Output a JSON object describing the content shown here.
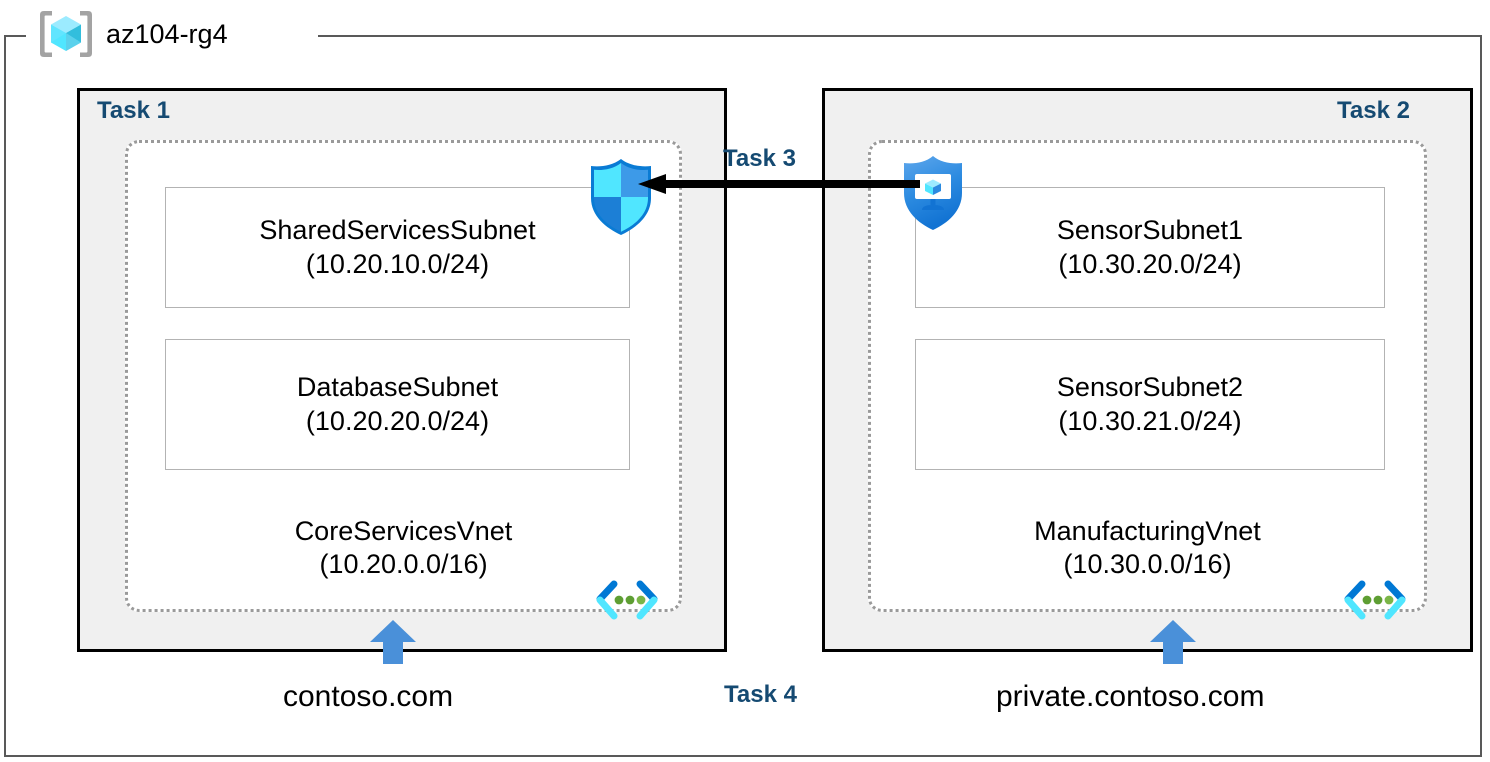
{
  "resource_group": {
    "name": "az104-rg4",
    "icon": "azure-resource-group-cube-icon"
  },
  "accent_colors": {
    "task_label": "#154a72",
    "panel_fill": "#f0f0f0",
    "panel_border": "#000000",
    "vnet_dotted_border": "#9a9a9a",
    "subnet_border": "#b3b3b3",
    "rg_border": "#595959",
    "arrow_blue": "#4a90d9",
    "peer_arrow": "#000000",
    "cube_cyan": "#50e6ff",
    "vnet_dot_green": "#5e9e33"
  },
  "tasks": {
    "task1": "Task 1",
    "task2": "Task 2",
    "task3": "Task 3",
    "task4": "Task 4"
  },
  "vnets": [
    {
      "id": "core-services",
      "name": "CoreServicesVnet",
      "cidr": "(10.20.0.0/16)",
      "dns_zone": "contoso.com",
      "icon": "vnet-icon",
      "security_icon": "firewall-shield-icon",
      "subnets": [
        {
          "name": "SharedServicesSubnet",
          "cidr": "(10.20.10.0/24)"
        },
        {
          "name": "DatabaseSubnet",
          "cidr": "(10.20.20.0/24)"
        }
      ]
    },
    {
      "id": "manufacturing",
      "name": "ManufacturingVnet",
      "cidr": "(10.30.0.0/16)",
      "dns_zone": "private.contoso.com",
      "icon": "vnet-icon",
      "security_icon": "network-security-group-icon",
      "subnets": [
        {
          "name": "SensorSubnet1",
          "cidr": "(10.30.20.0/24)"
        },
        {
          "name": "SensorSubnet2",
          "cidr": "(10.30.21.0/24)"
        }
      ]
    }
  ]
}
